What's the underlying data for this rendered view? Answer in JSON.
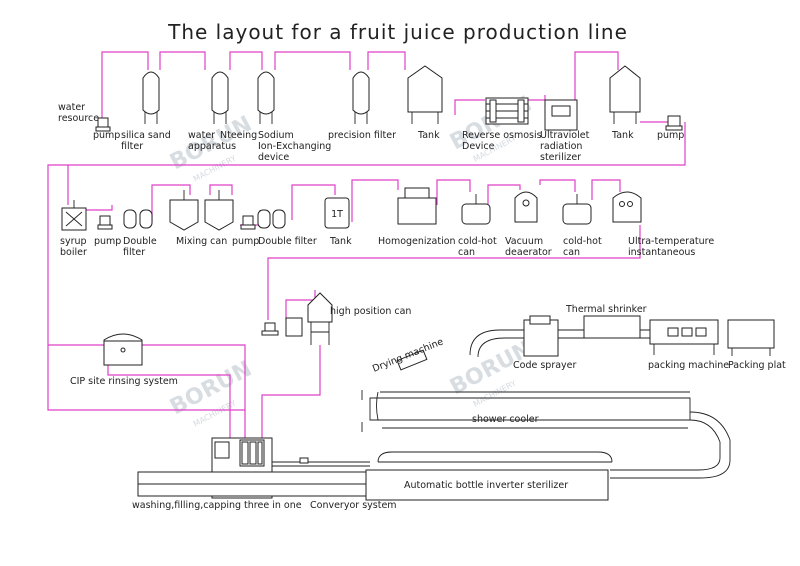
{
  "title": "The layout for a fruit juice production line",
  "watermark": {
    "brand": "BORUN",
    "sub": "MACHINERY"
  },
  "colors": {
    "pipe": "#e040c8",
    "line": "#222222",
    "watermark": "#b9c2cc"
  },
  "row1": {
    "water_resource": [
      "water",
      "resource"
    ],
    "pump": "pump",
    "silica_sand_filter": [
      "silica sand",
      "filter"
    ],
    "water_apparatus": [
      "water",
      "apparatus"
    ],
    "nteeing": "Nteeing",
    "sodium_ion": [
      "Sodium",
      "Ion-Exchanging",
      "device"
    ],
    "precision_filter": "precision filter",
    "tank": "Tank",
    "reverse_osmosis": [
      "Reverse osmosis",
      "Device"
    ],
    "ultraviolet": [
      "Ultraviolet",
      "radiation",
      "sterilizer"
    ],
    "tank2": "Tank",
    "pump2": "pump"
  },
  "row2": {
    "syrup_boiler": [
      "syrup",
      "boiler"
    ],
    "pump": "pump",
    "double_filter": [
      "Double",
      "filter"
    ],
    "mixing_can": "Mixing can",
    "pump2": "pump",
    "double_filter2": "Double filter",
    "tank_1t": "1T",
    "tank": "Tank",
    "homogenization": "Homogenization",
    "cold_hot_can": [
      "cold-hot",
      "can"
    ],
    "vacuum_deaerator": [
      "Vacuum",
      "deaerator"
    ],
    "cold_hot_can2": [
      "cold-hot",
      "can"
    ],
    "ultra_temperature": [
      "Ultra-temperature",
      "instantaneous"
    ]
  },
  "lower": {
    "high_position_can": "high position can",
    "cip": "CIP site rinsing system",
    "drying_machine": "Drying machine",
    "thermal_shrinker": "Thermal shrinker",
    "code_sprayer": "Code sprayer",
    "packing_machine": "packing machine",
    "packing_plat": "Packing plat",
    "shower_cooler": "shower cooler",
    "inverter_sterilizer": "Automatic bottle inverter sterilizer",
    "washing_filling": "washing,filling,capping three in one",
    "conveyor": "Converyor system"
  }
}
